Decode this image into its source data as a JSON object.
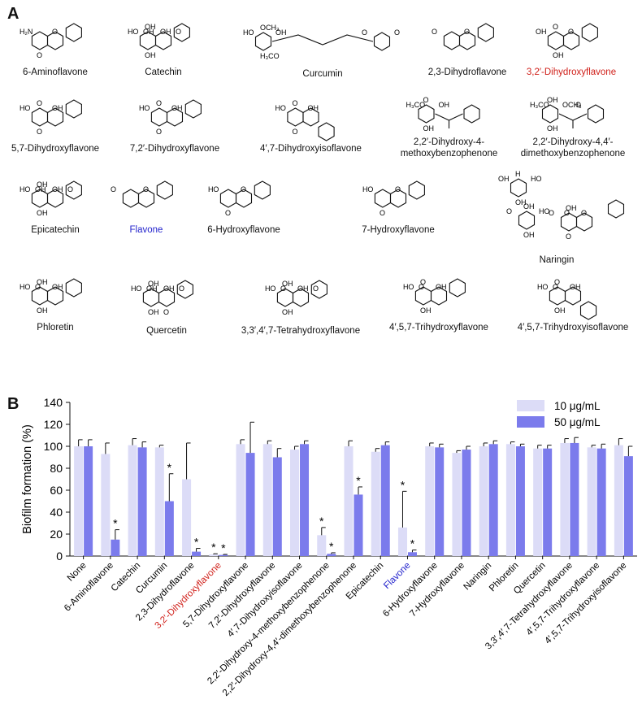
{
  "panels": {
    "a": "A",
    "b": "B"
  },
  "compounds": [
    {
      "id": "6-aminoflavone",
      "name": "6-Aminoflavone",
      "sub": [
        "H₂N",
        "O",
        "O"
      ]
    },
    {
      "id": "catechin",
      "name": "Catechin",
      "sub": [
        "HO",
        "OH",
        "OH",
        "OH",
        "OH",
        "O"
      ]
    },
    {
      "id": "curcumin",
      "name": "Curcumin",
      "sub": [
        "HO",
        "OH",
        "H₃CO",
        "OCH₃",
        "O",
        "O"
      ]
    },
    {
      "id": "2-3-dihydroflavone",
      "name": "2,3-Dihydroflavone",
      "sub": [
        "O",
        "O"
      ]
    },
    {
      "id": "3-2-dihydroxyflavone",
      "name": "3,2′-Dihydroxyflavone",
      "color": "#d0201a",
      "sub": [
        "OH",
        "O",
        "OH",
        "O"
      ]
    },
    {
      "id": "5-7-dihydroxyflavone",
      "name": "5,7-Dihydroxyflavone",
      "sub": [
        "HO",
        "OH",
        "O",
        "O"
      ]
    },
    {
      "id": "7-2-dihydroxyflavone",
      "name": "7,2′-Dihydroxyflavone",
      "sub": [
        "HO",
        "OH",
        "O",
        "O"
      ]
    },
    {
      "id": "4-7-dihydroxyisoflavone",
      "name": "4′,7-Dihydroxyisoflavone",
      "sub": [
        "HO",
        "OH",
        "O",
        "O"
      ]
    },
    {
      "id": "22-dihydroxy-4-methoxybenzophenone",
      "name": "2,2′-Dihydroxy-4-\nmethoxybenzophenone",
      "sub": [
        "H₃CO",
        "OH",
        "OH",
        "O"
      ]
    },
    {
      "id": "22-dihydroxy-44-dimethoxybenzophenone",
      "name": "2,2′-Dihydroxy-4,4′-\ndimethoxybenzophenone",
      "sub": [
        "H₃CO",
        "OCH₃",
        "OH",
        "OH",
        "O"
      ]
    },
    {
      "id": "epicatechin",
      "name": "Epicatechin",
      "sub": [
        "HO",
        "OH",
        "OH",
        "OH",
        "OH",
        "O"
      ]
    },
    {
      "id": "flavone",
      "name": "Flavone",
      "color": "#2222cc",
      "sub": [
        "O",
        "O"
      ]
    },
    {
      "id": "6-hydroxyflavone",
      "name": "6-Hydroxyflavone",
      "sub": [
        "HO",
        "O",
        "O"
      ]
    },
    {
      "id": "7-hydroxyflavone",
      "name": "7-Hydroxyflavone",
      "sub": [
        "HO",
        "O",
        "O"
      ]
    },
    {
      "id": "naringin",
      "name": "Naringin",
      "sub": [
        "OH",
        "HO",
        "OH",
        "H",
        "O",
        "HO",
        "OH",
        "OH",
        "O",
        "O",
        "O",
        "OH",
        "O"
      ]
    },
    {
      "id": "phloretin",
      "name": "Phloretin",
      "sub": [
        "HO",
        "OH",
        "OH",
        "OH",
        "O"
      ]
    },
    {
      "id": "quercetin",
      "name": "Quercetin",
      "sub": [
        "HO",
        "OH",
        "OH",
        "OH",
        "OH",
        "O",
        "O"
      ]
    },
    {
      "id": "3-3-4-7-tetrahydroxyflavone",
      "name": "3,3′,4′,7-Tetrahydroxyflavone",
      "sub": [
        "HO",
        "OH",
        "OH",
        "OH",
        "O",
        "O"
      ]
    },
    {
      "id": "4-5-7-trihydroxyflavone",
      "name": "4′,5,7-Trihydroxyflavone",
      "sub": [
        "HO",
        "OH",
        "OH",
        "O",
        "O"
      ]
    },
    {
      "id": "4-5-7-trihydroxyisoflavone",
      "name": "4′,5,7-Trihydroxyisoflavone",
      "sub": [
        "HO",
        "OH",
        "OH",
        "O",
        "O"
      ]
    }
  ],
  "chart_data": {
    "type": "bar",
    "ylabel": "Biofilm formation (%)",
    "ylim": [
      0,
      140
    ],
    "yticks": [
      0,
      20,
      40,
      60,
      80,
      100,
      120,
      140
    ],
    "grid": false,
    "legend_position": "top-right",
    "significance_marker": "*",
    "categories": [
      "None",
      "6-Aminoflavone",
      "Catechin",
      "Curcumin",
      "2,3-Dihydroflavone",
      "3,2′-Dihydroxyflavone",
      "5,7-Dihydroxyflavone",
      "7,2′-Dihydroxyflavone",
      "4′,7-Dihydroxyisoflavone",
      "2,2′-Dihydroxy-4-methoxybenzophenone",
      "2,2′-Dihydroxy-4,4′-dimethoxybenzophenone",
      "Epicatechin",
      "Flavone",
      "6-Hydroxyflavone",
      "7-Hydroxyflavone",
      "Naringin",
      "Phloretin",
      "Quercetin",
      "3,3′,4′,7-Tetrahydroxyflavone",
      "4′,5,7-Trihydroxyflavone",
      "4′,5,7-Trihydroxyisoflavone"
    ],
    "category_colors": {
      "3,2′-Dihydroxyflavone": "#d0201a",
      "Flavone": "#2222cc"
    },
    "series": [
      {
        "name": "10 μg/mL",
        "color": "#dcdcf7",
        "values": [
          100,
          93,
          101,
          99,
          70,
          1.5,
          102,
          102,
          97,
          19,
          100,
          95,
          26,
          100,
          94,
          100,
          102,
          98,
          103,
          99,
          101
        ],
        "errors": [
          6,
          10,
          6,
          2,
          33,
          0.6,
          4,
          3,
          3,
          7,
          5,
          3,
          33,
          3,
          2,
          3,
          2,
          3,
          4,
          2,
          6
        ],
        "significant": [
          false,
          false,
          false,
          false,
          false,
          true,
          false,
          false,
          false,
          true,
          false,
          false,
          true,
          false,
          false,
          false,
          false,
          false,
          false,
          false,
          false
        ]
      },
      {
        "name": "50 μg/mL",
        "color": "#7b7bec",
        "values": [
          100,
          15,
          99,
          50,
          4,
          1,
          94,
          90,
          102,
          2,
          56,
          101,
          3.5,
          99,
          97,
          102,
          100,
          98,
          103,
          98,
          91
        ],
        "errors": [
          6,
          9,
          5,
          25,
          3,
          0.5,
          28,
          8,
          3,
          1,
          7,
          3,
          2,
          3,
          3,
          3,
          2,
          3,
          5,
          4,
          9
        ],
        "significant": [
          false,
          true,
          false,
          true,
          true,
          true,
          false,
          false,
          false,
          true,
          true,
          false,
          true,
          false,
          false,
          false,
          false,
          false,
          false,
          false,
          false
        ]
      }
    ]
  }
}
